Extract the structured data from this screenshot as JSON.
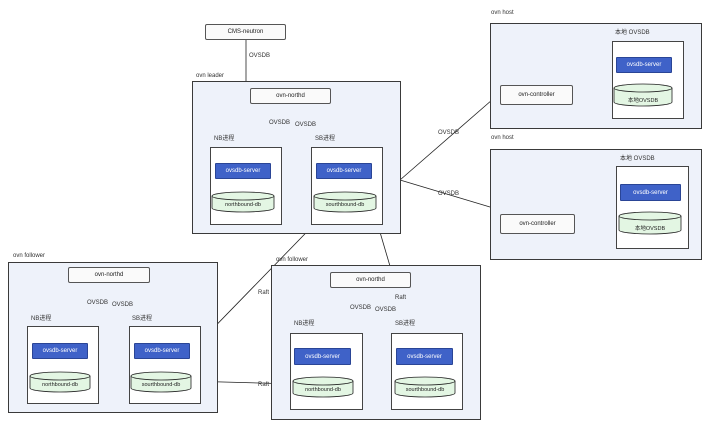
{
  "top": {
    "cms": "CMS-neutron",
    "cms_link_label": "OVSDB"
  },
  "leader": {
    "title": "ovn leader",
    "northd": "ovn-northd",
    "nb_link": "OVSDB",
    "sb_link": "OVSDB",
    "nb_label": "NB进程",
    "sb_label": "SB进程",
    "nb_server": "ovsdb-server",
    "sb_server": "ovsdb-server",
    "nb_db": "northbound-db",
    "sb_db": "sourthbound-db"
  },
  "host1": {
    "title": "ovn host",
    "local_label": "本地 OVSDB",
    "controller": "ovn-controller",
    "server": "ovsdb-server",
    "db": "本地OVSDB",
    "link_label": "OVSDB"
  },
  "host2": {
    "title": "ovn host",
    "local_label": "本地 OVSDB",
    "controller": "ovn-controller",
    "server": "ovsdb-server",
    "db": "本地OVSDB",
    "link_label": "OVSDB"
  },
  "follower1": {
    "title": "ovn follower",
    "northd": "ovn-northd",
    "nb_link": "OVSDB",
    "sb_link": "OVSDB",
    "nb_label": "NB进程",
    "sb_label": "SB进程",
    "nb_server": "ovsdb-server",
    "sb_server": "ovsdb-server",
    "nb_db": "northbound-db",
    "sb_db": "sourthbound-db"
  },
  "follower2": {
    "title": "ovn follower",
    "northd": "ovn-northd",
    "nb_link": "OVSDB",
    "sb_link": "OVSDB",
    "nb_label": "NB进程",
    "sb_label": "SB进程",
    "nb_server": "ovsdb-server",
    "sb_server": "ovsdb-server",
    "nb_db": "northbound-db",
    "sb_db": "sourthbound-db"
  },
  "raft": {
    "leader_follower1": "Raft",
    "leader_follower2": "Raft",
    "follower1_follower2": "Raft"
  },
  "colors": {
    "panel_fill": "#eef2fa",
    "server_fill": "#3f62c8",
    "db_fill": "#e3f6e3"
  }
}
